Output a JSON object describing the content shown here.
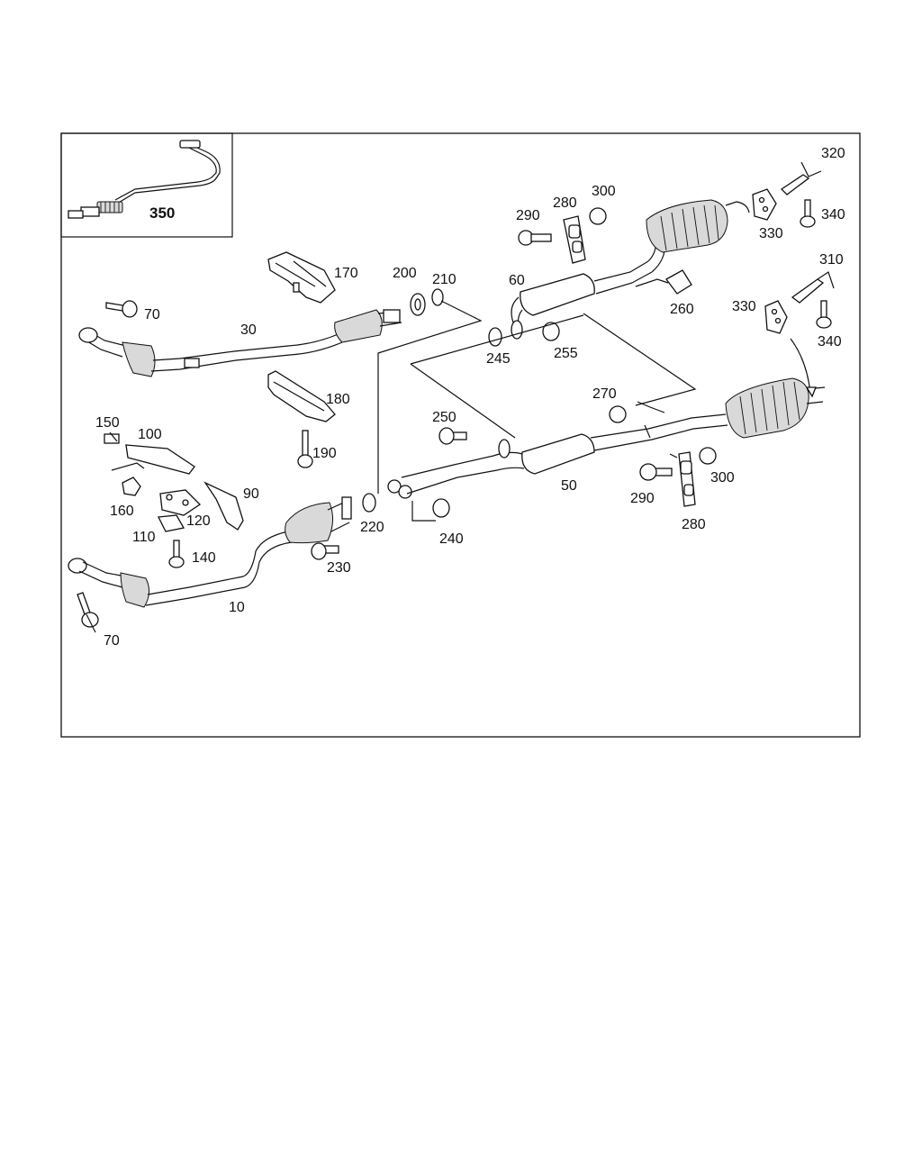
{
  "diagram": {
    "inset_label": "350",
    "callouts": [
      {
        "id": "c10",
        "text": "10"
      },
      {
        "id": "c30",
        "text": "30"
      },
      {
        "id": "c50",
        "text": "50"
      },
      {
        "id": "c60",
        "text": "60"
      },
      {
        "id": "c70a",
        "text": "70"
      },
      {
        "id": "c70b",
        "text": "70"
      },
      {
        "id": "c90",
        "text": "90"
      },
      {
        "id": "c100",
        "text": "100"
      },
      {
        "id": "c110",
        "text": "110"
      },
      {
        "id": "c120",
        "text": "120"
      },
      {
        "id": "c140",
        "text": "140"
      },
      {
        "id": "c150",
        "text": "150"
      },
      {
        "id": "c160",
        "text": "160"
      },
      {
        "id": "c170",
        "text": "170"
      },
      {
        "id": "c180",
        "text": "180"
      },
      {
        "id": "c190",
        "text": "190"
      },
      {
        "id": "c200",
        "text": "200"
      },
      {
        "id": "c210",
        "text": "210"
      },
      {
        "id": "c220",
        "text": "220"
      },
      {
        "id": "c230",
        "text": "230"
      },
      {
        "id": "c240",
        "text": "240"
      },
      {
        "id": "c245",
        "text": "245"
      },
      {
        "id": "c250",
        "text": "250"
      },
      {
        "id": "c255",
        "text": "255"
      },
      {
        "id": "c260",
        "text": "260"
      },
      {
        "id": "c270",
        "text": "270"
      },
      {
        "id": "c280a",
        "text": "280"
      },
      {
        "id": "c280b",
        "text": "280"
      },
      {
        "id": "c290a",
        "text": "290"
      },
      {
        "id": "c290b",
        "text": "290"
      },
      {
        "id": "c300a",
        "text": "300"
      },
      {
        "id": "c300b",
        "text": "300"
      },
      {
        "id": "c310",
        "text": "310"
      },
      {
        "id": "c320",
        "text": "320"
      },
      {
        "id": "c330a",
        "text": "330"
      },
      {
        "id": "c330b",
        "text": "330"
      },
      {
        "id": "c340a",
        "text": "340"
      },
      {
        "id": "c340b",
        "text": "340"
      }
    ]
  }
}
